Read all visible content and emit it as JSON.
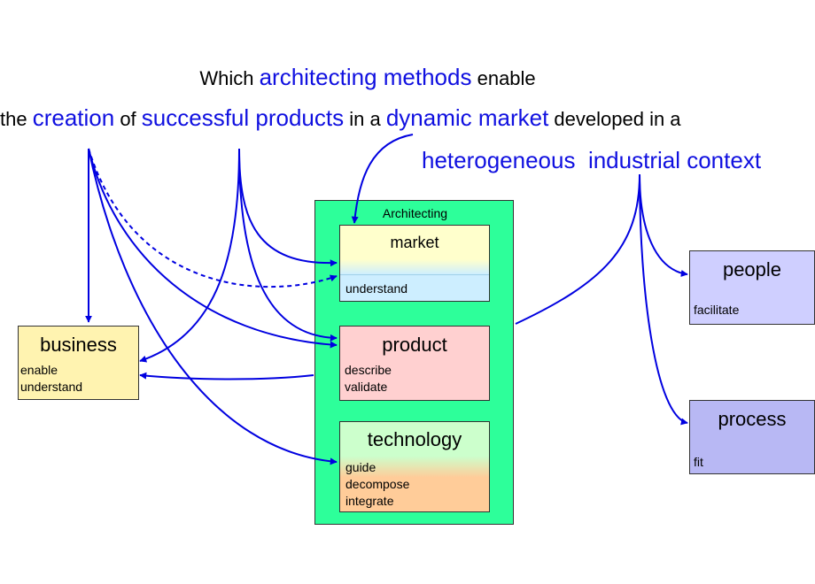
{
  "question": {
    "line1": {
      "a": "Which ",
      "b": "architecting methods",
      "c": " enable"
    },
    "line2": {
      "a": "the ",
      "b": "creation",
      "c": " of ",
      "d": "successful products",
      "e": " in a ",
      "f": "dynamic market",
      "g": " developed in a"
    },
    "line3": {
      "a": "heterogeneous",
      "b": "industrial context"
    }
  },
  "architecting": {
    "title": "Architecting",
    "market": {
      "title": "market",
      "lines": [
        "understand"
      ]
    },
    "product": {
      "title": "product",
      "lines": [
        "describe",
        "validate"
      ]
    },
    "technology": {
      "title": "technology",
      "lines": [
        "guide",
        "decompose",
        "integrate"
      ]
    }
  },
  "business": {
    "title": "business",
    "lines": [
      "enable",
      "understand"
    ]
  },
  "people": {
    "title": "people",
    "lines": [
      "facilitate"
    ]
  },
  "process": {
    "title": "process",
    "lines": [
      "fit"
    ]
  },
  "colors": {
    "highlight": "#1010e0",
    "arrow": "#0000e0",
    "architecting_bg": "#2dff9a",
    "market_top": "#ffffcc",
    "market_bottom": "#cdeeff",
    "product_bg": "#ffd0d0",
    "technology_top": "#ccffcc",
    "technology_bottom": "#ffcc99",
    "business_bg": "#fff3b0",
    "people_bg": "#cfcfff",
    "process_bg": "#b8b8f4"
  }
}
